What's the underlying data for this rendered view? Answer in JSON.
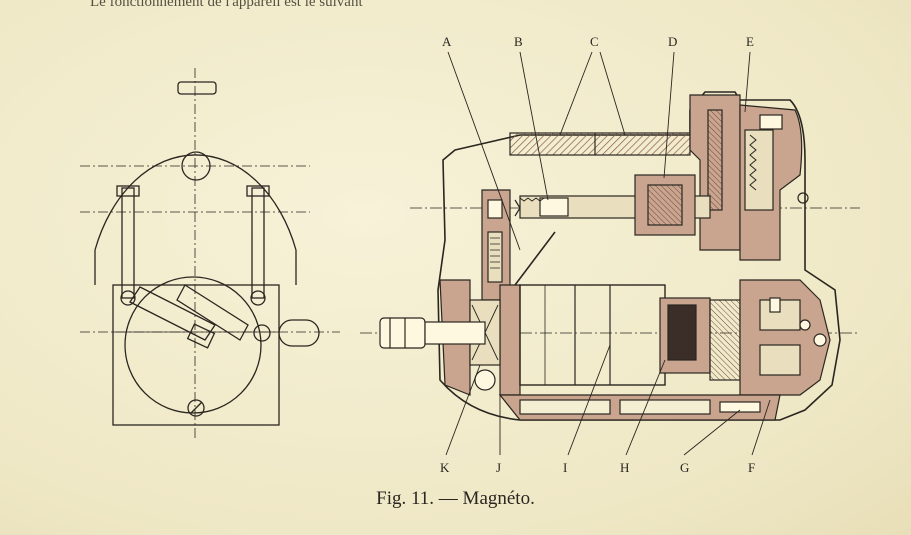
{
  "figure": {
    "caption": "Fig. 11. — Magnéto.",
    "labels_top": [
      "A",
      "B",
      "C",
      "D",
      "E"
    ],
    "labels_bottom": [
      "K",
      "J",
      "I",
      "H",
      "G",
      "F"
    ]
  },
  "top_text_fragment": "Le fonctionnement de l'appareil est le suivant",
  "colors": {
    "paper": "#f4efd2",
    "ink": "#2a2620",
    "section_fill": "#c9a48e",
    "hatch": "#8a5a48"
  }
}
